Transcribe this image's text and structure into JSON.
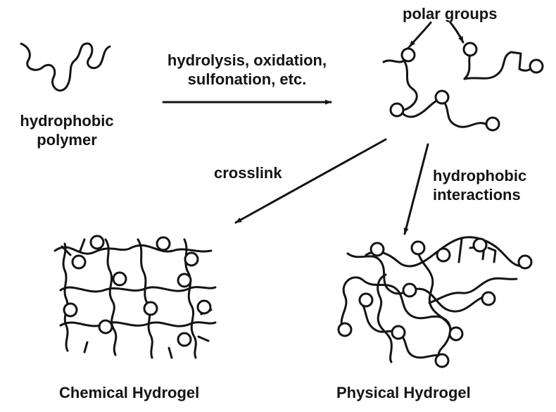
{
  "labels": {
    "hydrophobic_polymer": [
      "hydrophobic",
      "polymer"
    ],
    "reaction": [
      "hydrolysis, oxidation,",
      "sulfonation, etc."
    ],
    "polar_groups": "polar groups",
    "crosslink": "crosslink",
    "hydrophobic_interactions": [
      "hydrophobic",
      "interactions"
    ],
    "chemical_hydrogel": "Chemical Hydrogel",
    "physical_hydrogel": "Physical Hydrogel"
  },
  "colors": {
    "ink": "#141414",
    "background": "#ffffff"
  }
}
